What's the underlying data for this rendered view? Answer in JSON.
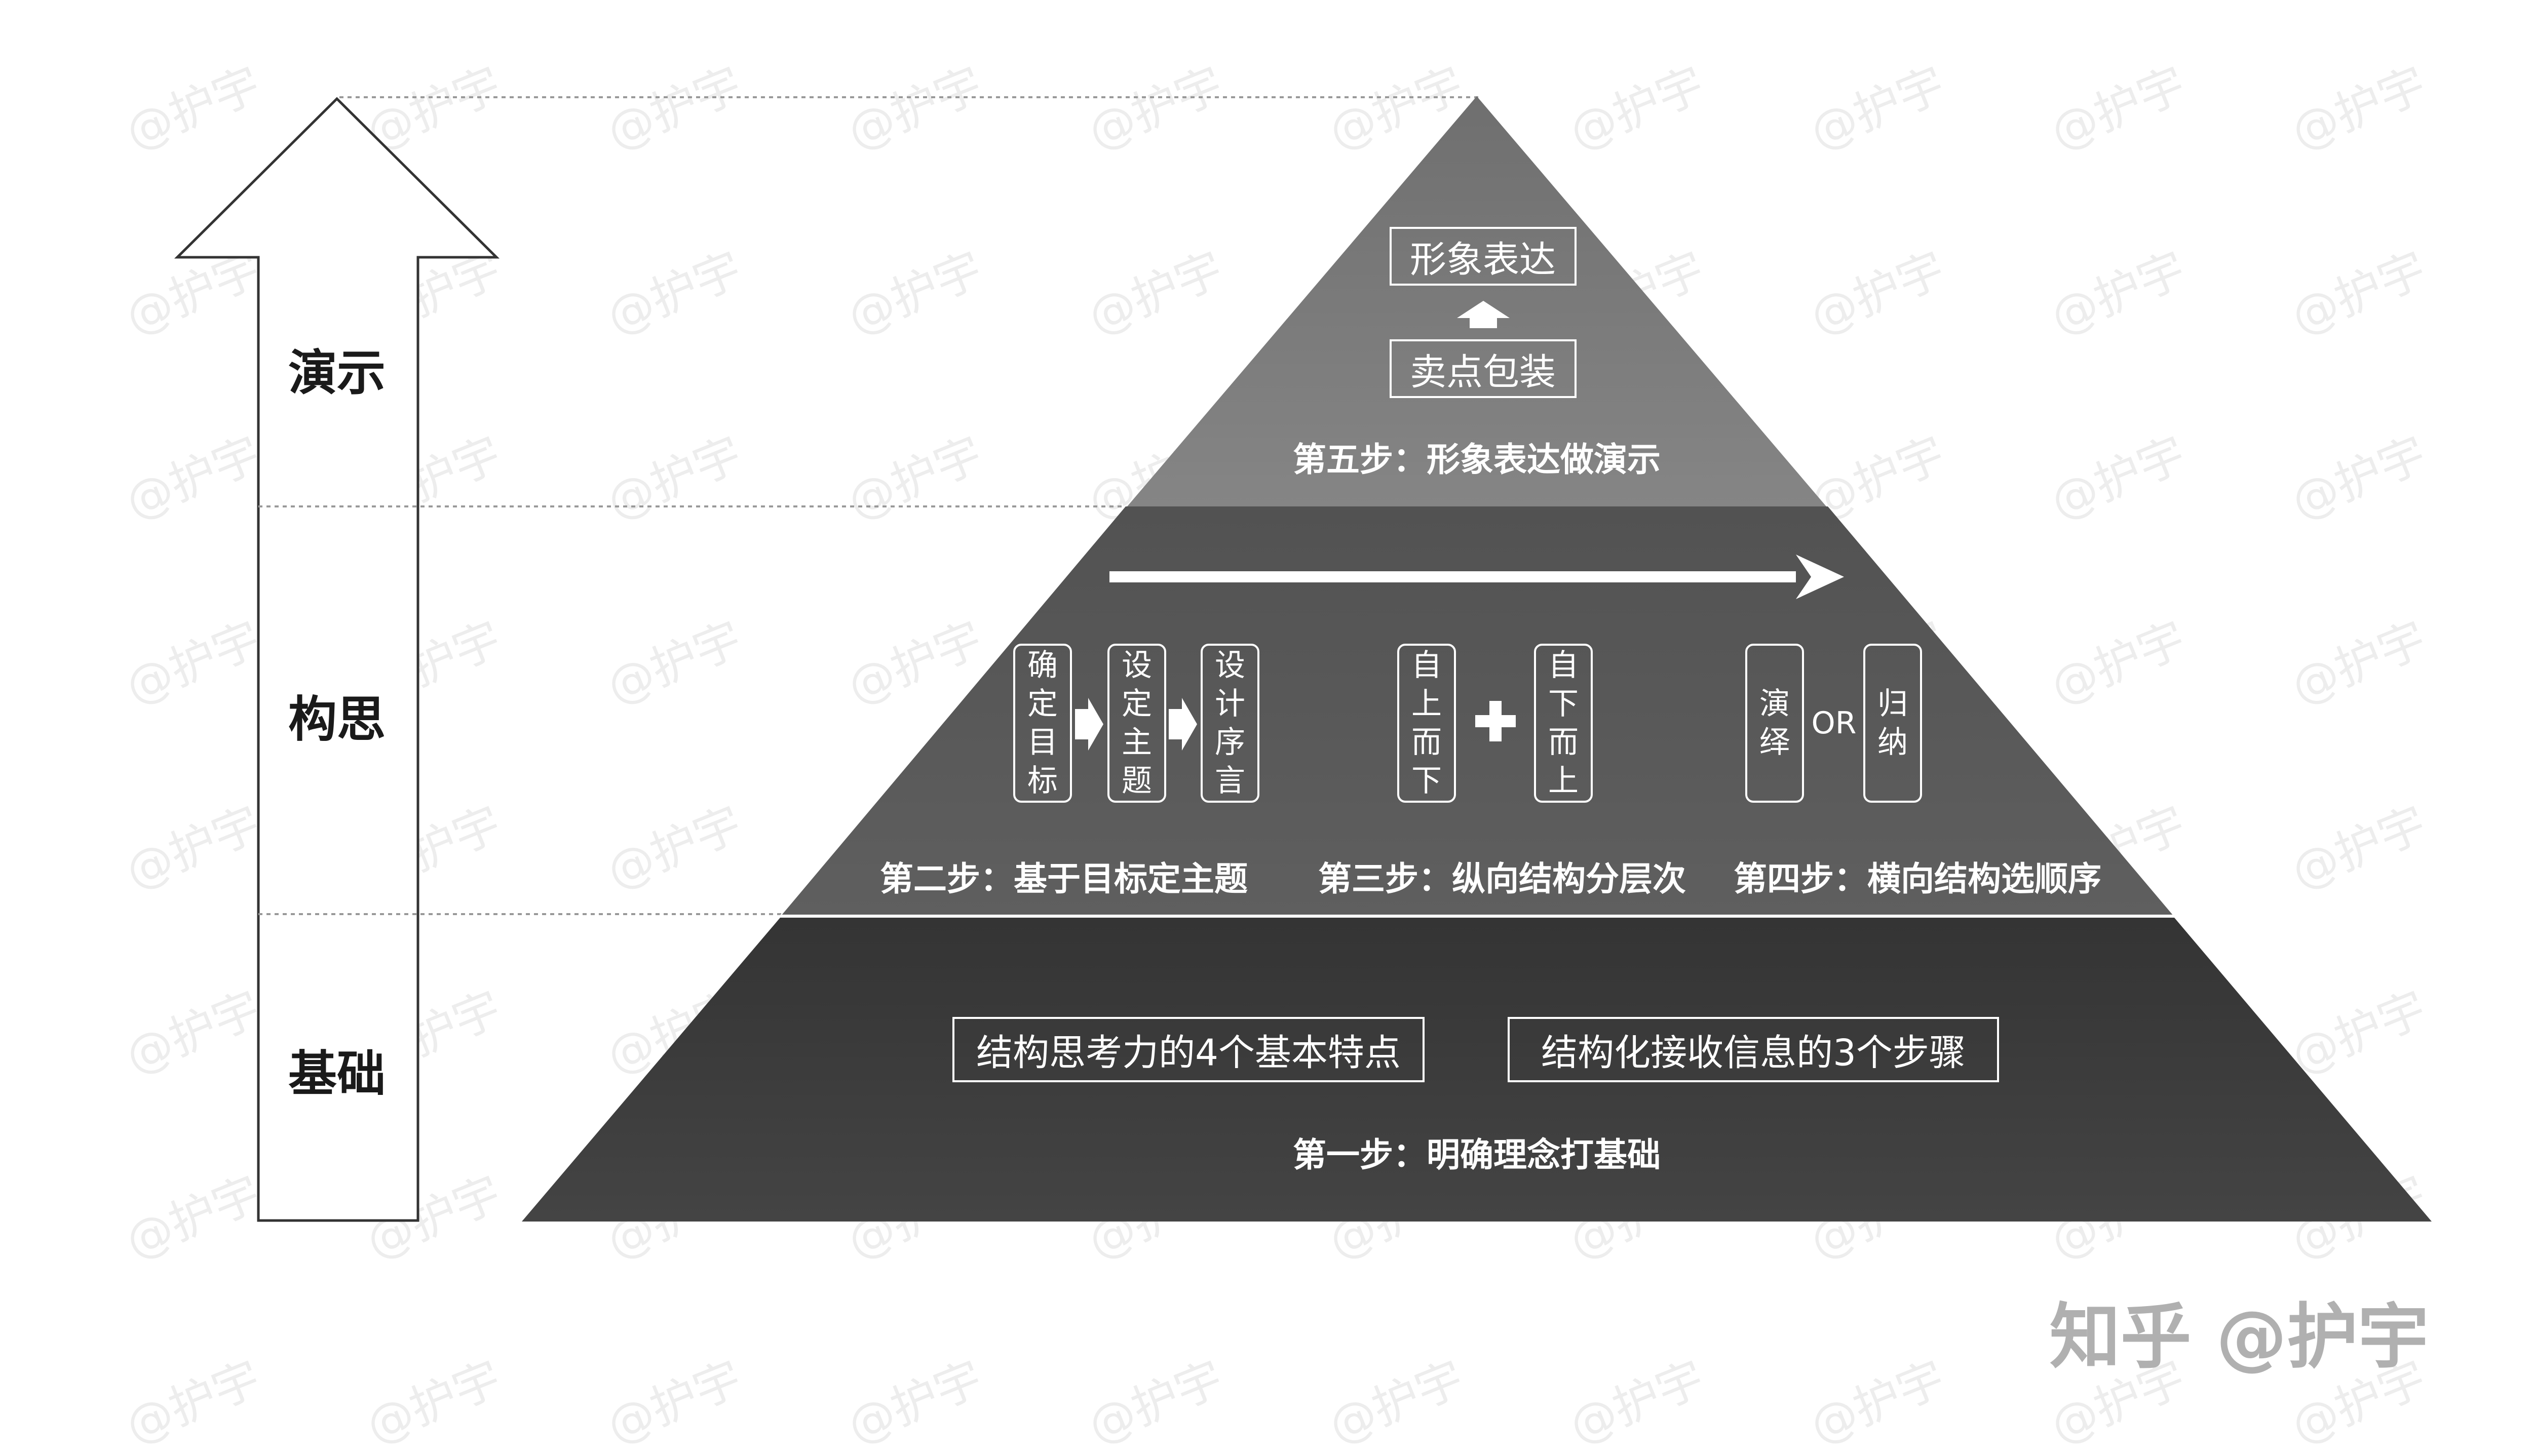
{
  "credit": "知乎 @护宇",
  "watermark_text": "@护宇",
  "levels": {
    "presentation": "演示",
    "conception": "构思",
    "foundation": "基础"
  },
  "tier_top": {
    "box_top": "形象表达",
    "box_bottom": "卖点包装",
    "step": "第五步：形象表达做演示"
  },
  "tier_middle": {
    "group1": [
      "确定目标",
      "设定主题",
      "设计序言"
    ],
    "group2": [
      "自上而下",
      "自下而上"
    ],
    "group3_left": "演绎",
    "group3_or": "OR",
    "group3_right": "归纳",
    "step2": "第二步：基于目标定主题",
    "step3": "第三步：纵向结构分层次",
    "step4": "第四步：横向结构选顺序"
  },
  "tier_bottom": {
    "box_left": "结构思考力的4个基本特点",
    "box_right": "结构化接收信息的3个步骤",
    "step": "第一步：明确理念打基础"
  },
  "colors": {
    "top_tier": "#7a7a7a",
    "middle_tier": "#5a5a5a",
    "bottom_tier": "#3a3a3a",
    "text_light": "#ffffff",
    "text_dark": "#1a1a1a"
  }
}
